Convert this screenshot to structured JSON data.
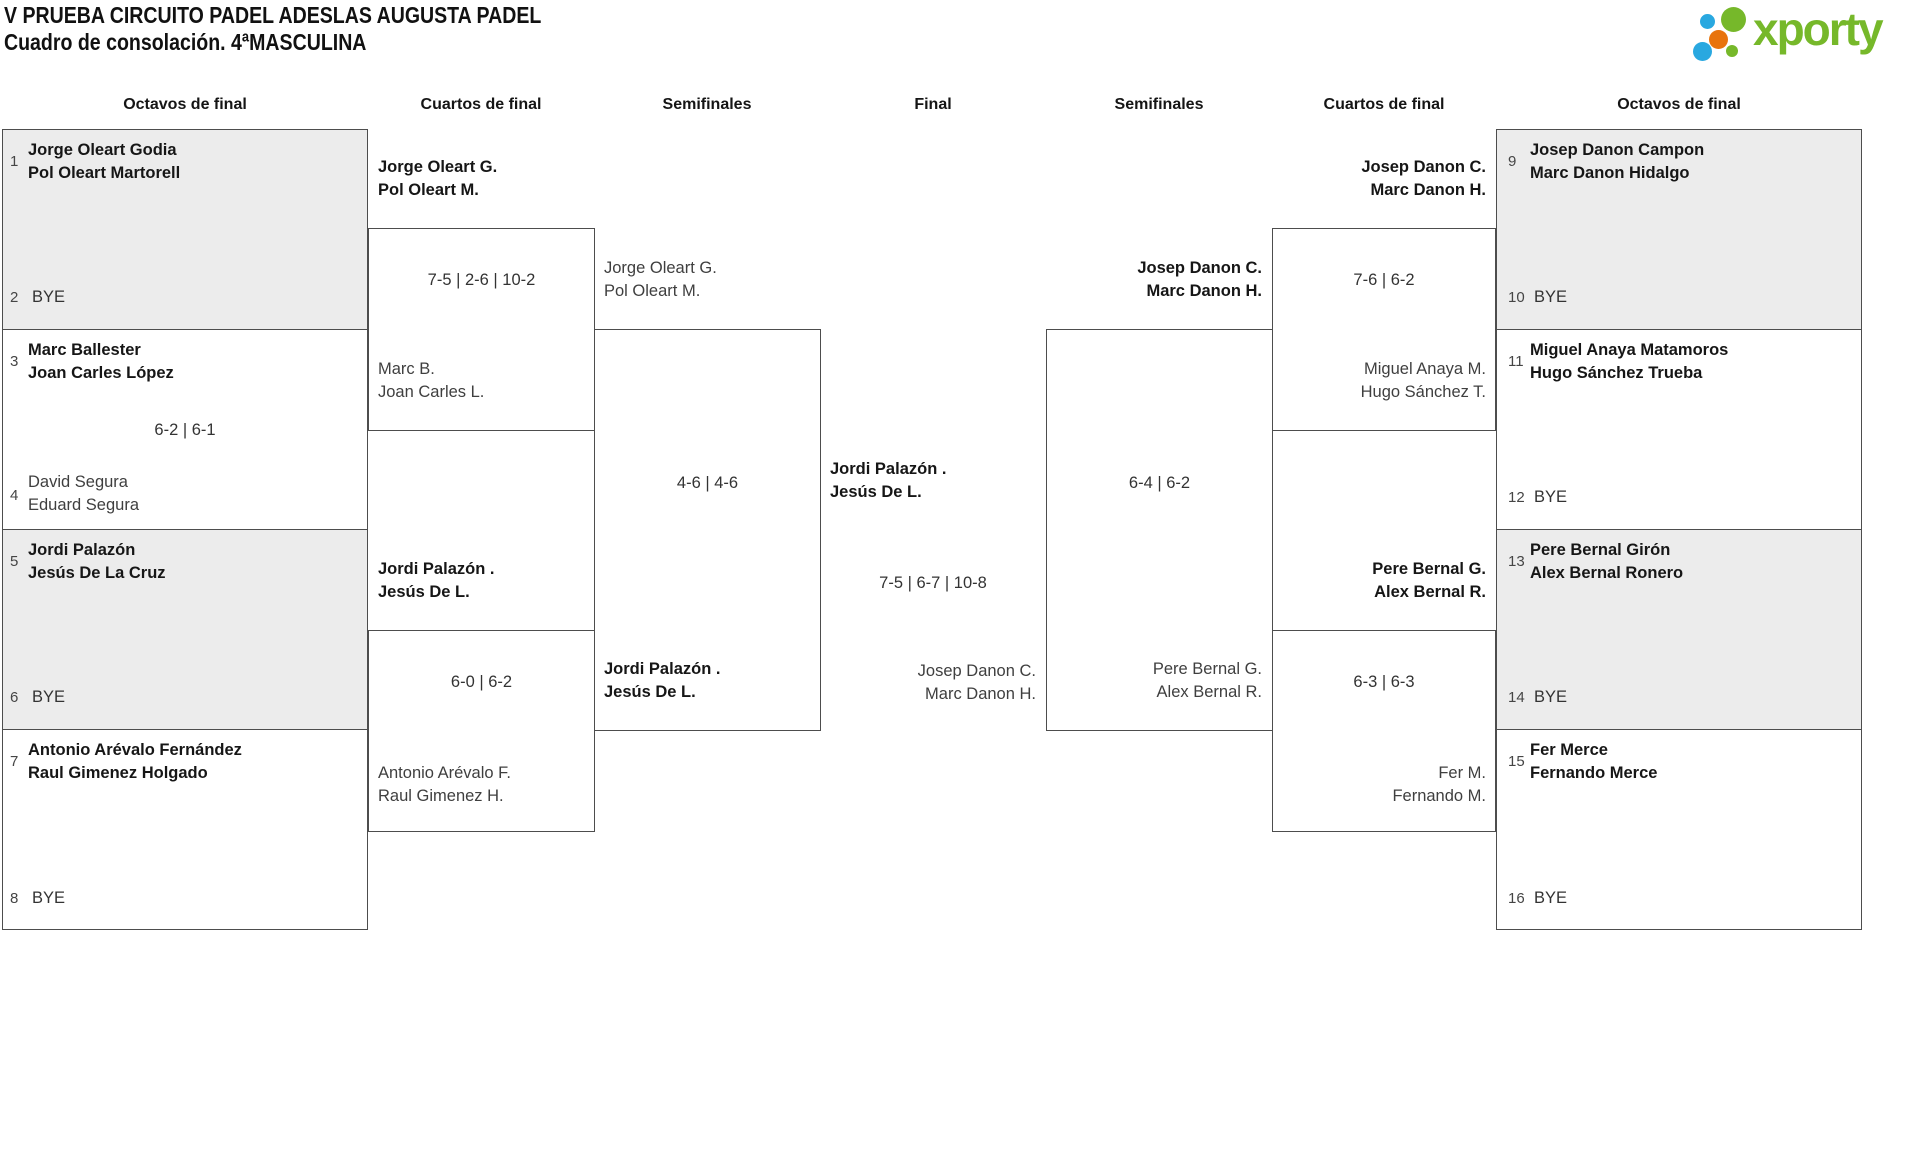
{
  "title": {
    "line1": "V PRUEBA CIRCUITO PADEL ADESLAS AUGUSTA PADEL",
    "line2": "Cuadro de consolación. 4ªMASCULINA"
  },
  "logo": {
    "brand": "xporty",
    "colors": {
      "green": "#76b82a",
      "blue": "#29a8e0",
      "orange": "#e8740c"
    }
  },
  "rounds": [
    "Octavos de final",
    "Cuartos de final",
    "Semifinales",
    "Final",
    "Semifinales",
    "Cuartos de final",
    "Octavos de final"
  ],
  "octavos_left": {
    "teams": [
      {
        "seed": "1",
        "l1": "Jorge Oleart Godia",
        "l2": "Pol Oleart Martorell"
      },
      {
        "seed": "2",
        "l1": "BYE"
      },
      {
        "seed": "3",
        "l1": "Marc Ballester",
        "l2": "Joan Carles López"
      },
      {
        "seed": "4",
        "l1": "David Segura",
        "l2": "Eduard Segura"
      },
      {
        "seed": "5",
        "l1": "Jordi Palazón",
        "l2": "Jesús De La Cruz"
      },
      {
        "seed": "6",
        "l1": "BYE"
      },
      {
        "seed": "7",
        "l1": "Antonio Arévalo Fernández",
        "l2": "Raul Gimenez Holgado"
      },
      {
        "seed": "8",
        "l1": "BYE"
      }
    ],
    "score_3_4": "6-2 | 6-1"
  },
  "octavos_right": {
    "teams": [
      {
        "seed": "9",
        "l1": "Josep Danon Campon",
        "l2": "Marc Danon Hidalgo"
      },
      {
        "seed": "10",
        "l1": "BYE"
      },
      {
        "seed": "11",
        "l1": "Miguel Anaya Matamoros",
        "l2": "Hugo Sánchez Trueba"
      },
      {
        "seed": "12",
        "l1": "BYE"
      },
      {
        "seed": "13",
        "l1": "Pere Bernal Girón",
        "l2": "Alex Bernal Ronero"
      },
      {
        "seed": "14",
        "l1": "BYE"
      },
      {
        "seed": "15",
        "l1": "Fer Merce",
        "l2": "Fernando Merce"
      },
      {
        "seed": "16",
        "l1": "BYE"
      }
    ]
  },
  "cuartos_left": [
    {
      "p1l1": "Jorge Oleart G.",
      "p1l2": "Pol Oleart M.",
      "score": "7-5 | 2-6 | 10-2",
      "p2l1": "Marc B.",
      "p2l2": "Joan Carles L."
    },
    {
      "p1l1": "Jordi Palazón .",
      "p1l2": "Jesús De L.",
      "score": "6-0 | 6-2",
      "p2l1": "Antonio Arévalo F.",
      "p2l2": "Raul Gimenez H."
    }
  ],
  "semifinal_left": {
    "p1l1": "Jorge Oleart G.",
    "p1l2": "Pol Oleart M.",
    "score": "4-6 | 4-6",
    "p2l1": "Jordi Palazón .",
    "p2l2": "Jesús De L."
  },
  "final": {
    "p1l1": "Jordi Palazón .",
    "p1l2": "Jesús De L.",
    "score": "7-5 | 6-7 | 10-8",
    "p2l1": "Josep Danon C.",
    "p2l2": "Marc Danon H."
  },
  "semifinal_right": {
    "p1l1": "Josep Danon C.",
    "p1l2": "Marc Danon H.",
    "score": "6-4 | 6-2",
    "p2l1": "Pere Bernal G.",
    "p2l2": "Alex Bernal R."
  },
  "cuartos_right": [
    {
      "p1l1": "Josep Danon C.",
      "p1l2": "Marc Danon H.",
      "score": "7-6 | 6-2",
      "p2l1": "Miguel Anaya M.",
      "p2l2": "Hugo Sánchez T."
    },
    {
      "p1l1": "Pere Bernal G.",
      "p1l2": "Alex Bernal R.",
      "score": "6-3 | 6-3",
      "p2l1": "Fer M.",
      "p2l2": "Fernando M."
    }
  ]
}
